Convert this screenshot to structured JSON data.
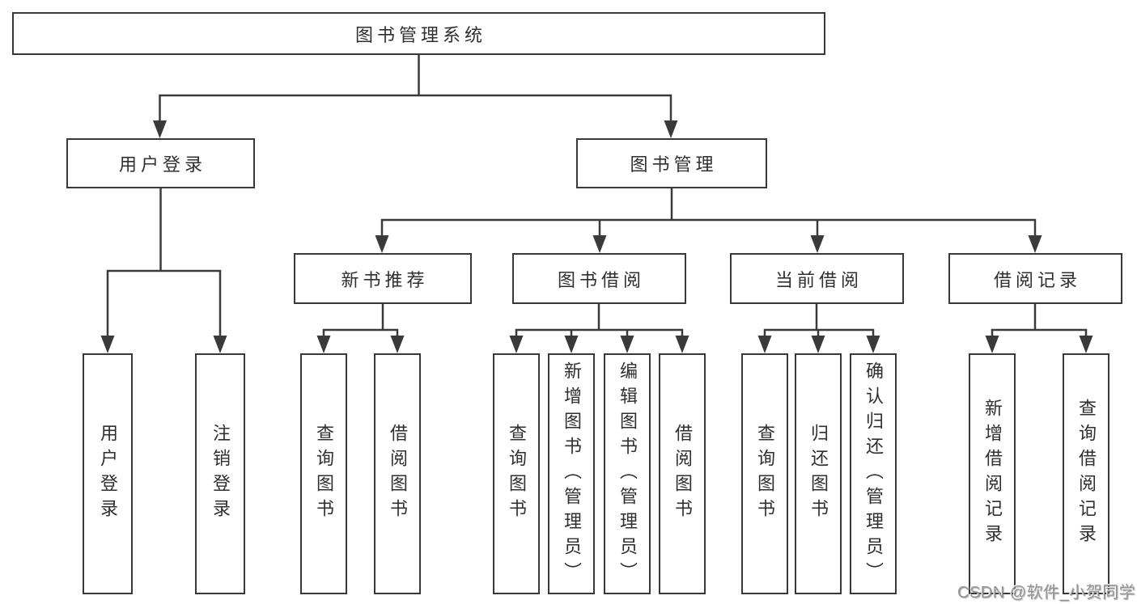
{
  "tree": {
    "label": "图书管理系统",
    "children": [
      {
        "label": "用户登录",
        "children": [
          {
            "label": "用户登录"
          },
          {
            "label": "注销登录"
          }
        ]
      },
      {
        "label": "图书管理",
        "children": [
          {
            "label": "新书推荐",
            "children": [
              {
                "label": "查询图书"
              },
              {
                "label": "借阅图书"
              }
            ]
          },
          {
            "label": "图书借阅",
            "children": [
              {
                "label": "查询图书"
              },
              {
                "label": "新增图书（管理员）"
              },
              {
                "label": "编辑图书（管理员）"
              },
              {
                "label": "借阅图书"
              }
            ]
          },
          {
            "label": "当前借阅",
            "children": [
              {
                "label": "查询图书"
              },
              {
                "label": "归还图书"
              },
              {
                "label": "确认归还（管理员）"
              }
            ]
          },
          {
            "label": "借阅记录",
            "children": [
              {
                "label": "新增借阅记录"
              },
              {
                "label": "查询借阅记录"
              }
            ]
          }
        ]
      }
    ]
  },
  "watermark": {
    "text": "CSDN @软件_小贺同学"
  },
  "colors": {
    "background": "#ffffff",
    "line": "#3a3a3a",
    "box_border": "#383838",
    "text": "#2f2f2f",
    "watermark": "#969696"
  }
}
